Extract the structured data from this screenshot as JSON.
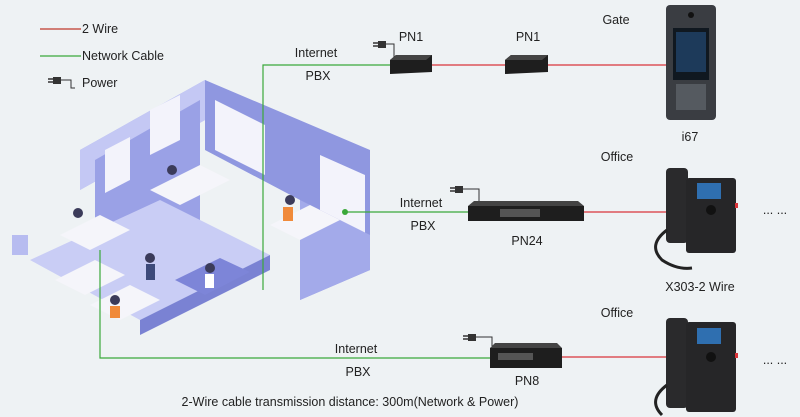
{
  "legend": {
    "two_wire": "2 Wire",
    "network_cable": "Network Cable",
    "power": "Power"
  },
  "colors": {
    "two_wire": "#d9343a",
    "network_cable": "#3aa83a",
    "background": "#eef2f4",
    "office": "#8f97e0"
  },
  "top": {
    "internet": "Internet",
    "pbx": "PBX",
    "pn1_left": "PN1",
    "pn1_right": "PN1",
    "area": "Gate",
    "device": "i67"
  },
  "middle": {
    "internet": "Internet",
    "pbx": "PBX",
    "switch": "PN24",
    "area": "Office",
    "device": "X303-2 Wire",
    "more": "... ..."
  },
  "bottom": {
    "internet": "Internet",
    "pbx": "PBX",
    "switch": "PN8",
    "area": "Office",
    "more": "... ..."
  },
  "caption": "2-Wire cable transmission distance: 300m(Network & Power)"
}
